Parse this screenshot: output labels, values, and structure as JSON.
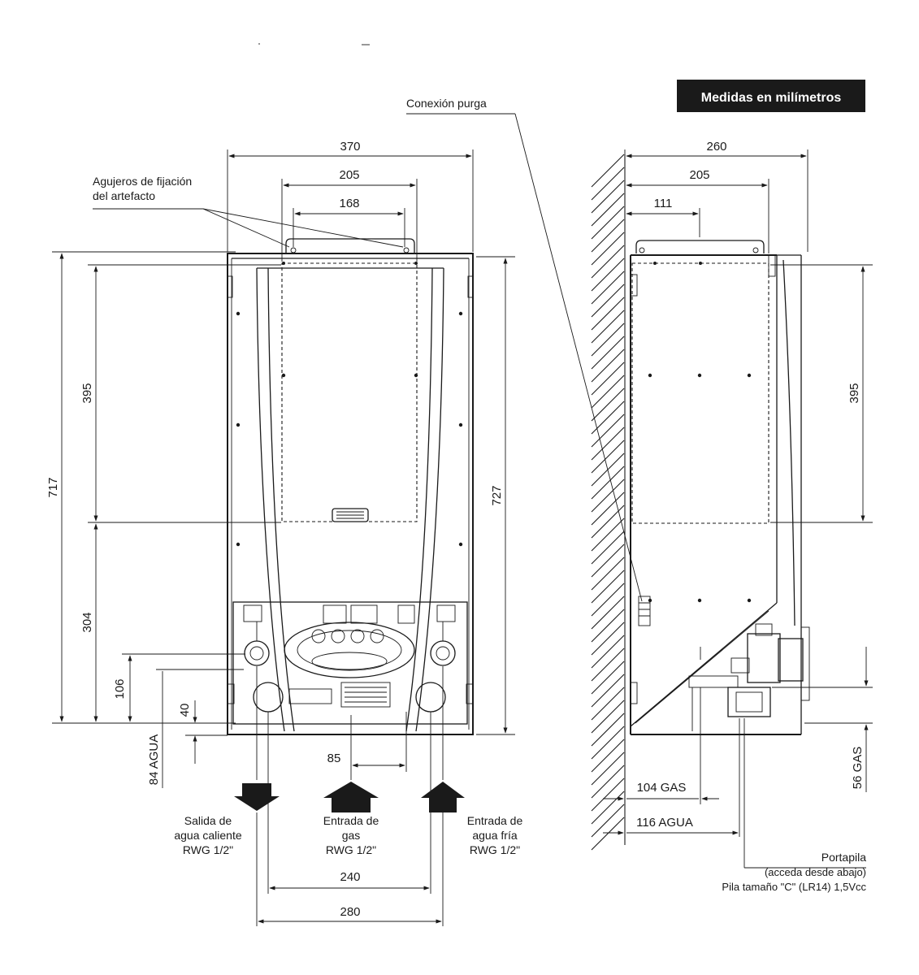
{
  "badge": {
    "text": "Medidas en milímetros",
    "background": "#1a1a1a"
  },
  "labels": {
    "fixing_holes_line1": "Agujeros de fijación",
    "fixing_holes_line2": "del artefacto",
    "purge_connection": "Conexión purga",
    "hot_water_line1": "Salida de",
    "hot_water_line2": "agua caliente",
    "hot_water_line3": "RWG 1/2\"",
    "gas_line1": "Entrada de",
    "gas_line2": "gas",
    "gas_line3": "RWG 1/2\"",
    "cold_water_line1": "Entrada de",
    "cold_water_line2": "agua fría",
    "cold_water_line3": "RWG 1/2\"",
    "battery_line1": "Portapila",
    "battery_line2": "(acceda desde abajo)",
    "battery_line3": "Pila tamaño \"C\" (LR14) 1,5Vcc"
  },
  "front_dimensions": {
    "total_width": "370",
    "inner_width": "205",
    "hole_spacing": "168",
    "total_height": "717",
    "case_height": "727",
    "upper_height": "395",
    "lower_height": "304",
    "dim_106": "106",
    "dim_40": "40",
    "water_height": "84 AGUA",
    "gas_offset": "85",
    "spacing_240": "240",
    "spacing_280": "280"
  },
  "side_dimensions": {
    "depth": "260",
    "inner_depth": "205",
    "offset_111": "111",
    "upper_height": "395",
    "gas_depth": "104 GAS",
    "water_depth": "116 AGUA",
    "gas_height": "56 GAS"
  }
}
